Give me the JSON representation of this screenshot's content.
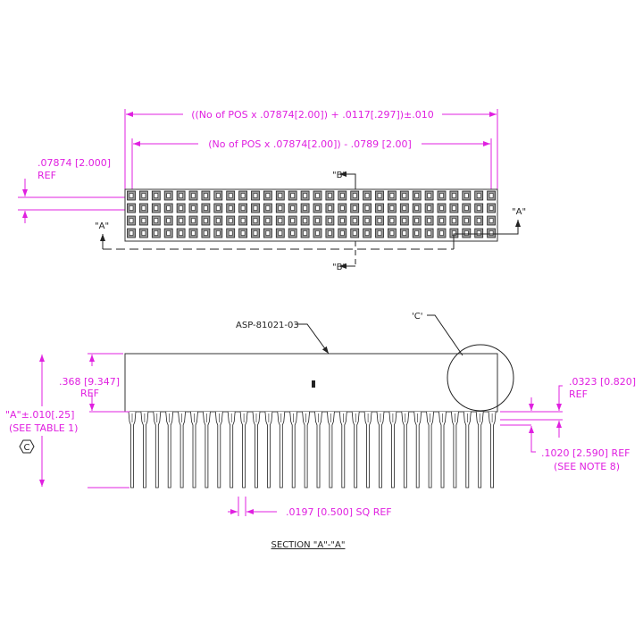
{
  "top_view": {
    "overall_length": "((No of POS x .07874[2.00]) + .0117[.297])±.010",
    "pin_span": "(No of POS x .07874[2.00]) - .0789 [2.00]",
    "pitch": ".07874 [2.000]",
    "pitch_ref": "REF",
    "section_b_top": "\"B\"",
    "section_b_bottom": "\"B\"",
    "section_a_left": "\"A\"",
    "section_a_right": "\"A\"",
    "columns": 30,
    "rows": 4
  },
  "side_view": {
    "part_number": "ASP-81021-03",
    "detail_label": "'C'",
    "body_height": ".368 [9.347]",
    "body_height_ref": "REF",
    "overall_height": "\"A\"±.010[.25]",
    "overall_height_note": "(SEE TABLE 1)",
    "critical_symbol": "C",
    "offset_dim": ".0323 [0.820]",
    "offset_ref": "REF",
    "standoff_dim": ".1020 [2.590] REF",
    "standoff_note": "(SEE NOTE 8)",
    "pin_size": ".0197 [0.500] SQ REF",
    "pins": 30
  },
  "section_title": "SECTION \"A\"-\"A\"",
  "colors": {
    "dimension": "#e020e0",
    "line": "#222222"
  }
}
